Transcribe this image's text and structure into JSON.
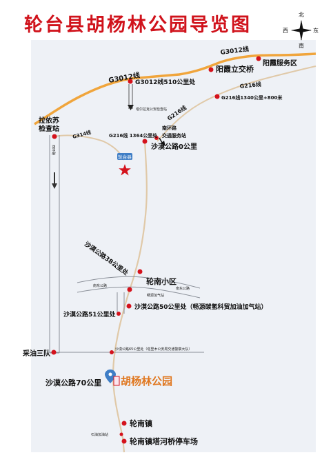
{
  "title": "轮台县胡杨林公园导览图",
  "compass": {
    "north": "北",
    "south": "南",
    "east": "东",
    "west": "西"
  },
  "colors": {
    "background": "#eef1f6",
    "highway": "#f0a53c",
    "road": "#e0c9a8",
    "poi": "#d4121c",
    "title": "#d0121b",
    "park": "#e0771f",
    "park_box": "#fbe6ef"
  },
  "labels": {
    "g3012_top": "G3012线",
    "g3012_left": "G3012线",
    "g3012_510": "G3012线510公里处",
    "checkpoint_note": "塔尔拉克公安检查站",
    "yangxia_interchange": "阳霞立交桥",
    "yangxia_service": "阳霞服务区",
    "g216_1340": "G216线1340公里+800米",
    "g216_right": "G216线",
    "g216_diag": "G216线",
    "g314": "G314线",
    "laiyisu_1": "拉依苏",
    "laiyisu_2": "检查站",
    "g216_1364": "G216线 1364公里处",
    "nanhuan_1": "南环路",
    "nanhuan_2": "交通服务站",
    "desert_0": "沙漠公路0公里",
    "county_badge": "轮台县",
    "road_vertical": "西环路",
    "desert_38": "沙漠公路38公里处",
    "lunnan_district": "轮南小区",
    "east_west_road_left": "南东公路",
    "east_west_road_right": "南东公路",
    "gas_small": "畅源加气站",
    "desert_50": "沙漠公路50公里处（畅源碳氢科贸加油加气站）",
    "desert_51": "沙漠公路51公里处",
    "caiyou": "采油三队",
    "desert_65": "沙漠公路65公里处（塔里木公安局交通警察大队）",
    "desert_70": "沙漠公路70公里",
    "park_name": "胡杨林公园",
    "lunnan_town": "轮南镇",
    "small_bottom": "石油加油站",
    "tahe_parking": "轮南镇塔河桥停车场"
  }
}
